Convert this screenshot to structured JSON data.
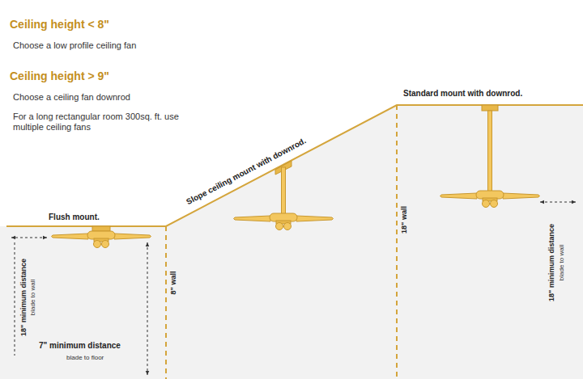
{
  "diagram": {
    "labels": [
      "Ceiling height < 8\"",
      "Choose a low profile ceiling fan",
      "Ceiling height > 9\"",
      "Choose a ceiling fan downrod",
      "For a long rectangular room 300sq. ft. use multiple ceiling fans",
      "Standard mount with downrod.",
      "Slope ceiling mount with downrod.",
      "Flush mount.",
      "18\" minimum distance",
      "blade to wall",
      "7\" minimum distance",
      "blade to floor",
      "8\" wall",
      "18\" wall",
      "18\" minimum distance",
      "blade to wall"
    ]
  }
}
